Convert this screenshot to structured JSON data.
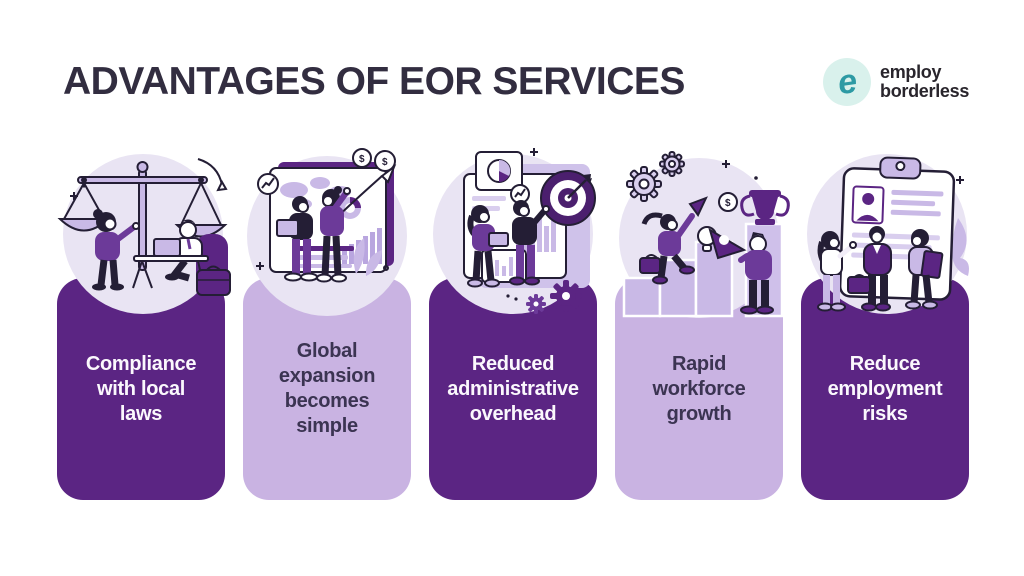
{
  "header": {
    "title": "ADVANTAGES OF EOR SERVICES",
    "logo": {
      "brand": "employ borderless",
      "icon_letter": "e",
      "line1": "employ",
      "line2": "borderless",
      "icon_color": "#2d9aa4",
      "icon_bg": "#d9f1ec",
      "text_color": "#29252c"
    }
  },
  "colors": {
    "background": "#ffffff",
    "title_text": "#322d40",
    "card_dark": "#5b2583",
    "card_light": "#c9b3e2",
    "card_dark_text": "#fbf8fd",
    "card_light_text": "#3b3452",
    "illustration_blob": "#e9e4f3",
    "illustration_lavender": "#c9b9e6",
    "illustration_purple": "#6c3a99",
    "illustration_outline": "#241e35"
  },
  "cards": [
    {
      "title": "Compliance with local laws",
      "lines": [
        "Compliance",
        "with local",
        "laws"
      ],
      "variant": "dark",
      "illustration": "justice-scales-with-people"
    },
    {
      "title": "Global expansion becomes simple",
      "lines": [
        "Global",
        "expansion",
        "becomes",
        "simple"
      ],
      "variant": "light",
      "illustration": "world-map-growth-board"
    },
    {
      "title": "Reduced administrative overhead",
      "lines": [
        "Reduced",
        "administrative",
        "overhead"
      ],
      "variant": "dark",
      "illustration": "dashboard-target-gears"
    },
    {
      "title": "Rapid workforce growth",
      "lines": [
        "Rapid",
        "workforce",
        "growth"
      ],
      "variant": "light",
      "illustration": "stairs-megaphone-trophy"
    },
    {
      "title": "Reduce employment risks",
      "lines": [
        "Reduce",
        "employment",
        "risks"
      ],
      "variant": "dark",
      "illustration": "resume-clipboard-team"
    }
  ],
  "coin_symbol": "$"
}
